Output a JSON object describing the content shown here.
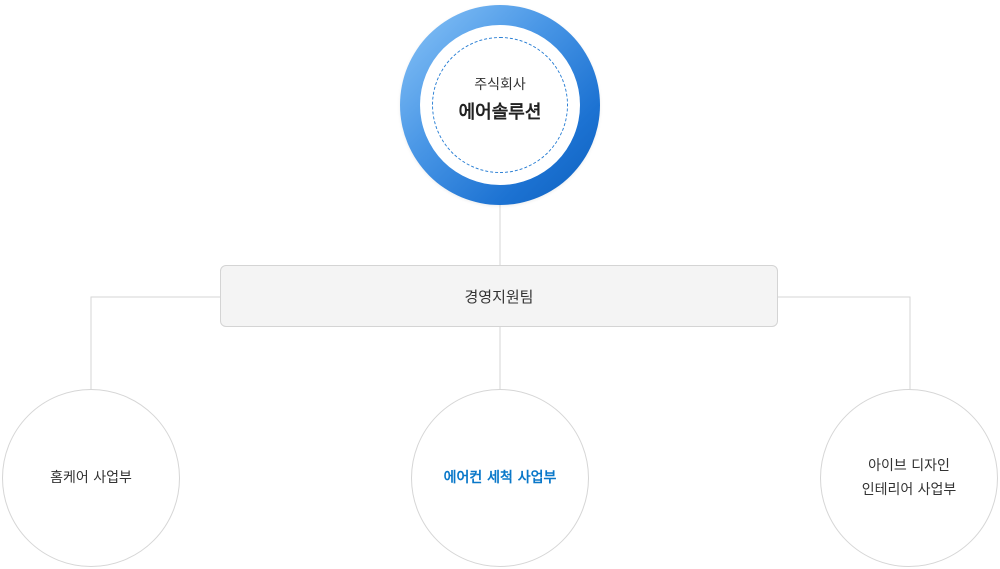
{
  "org_chart": {
    "top": {
      "subtitle": "주식회사",
      "title": "에어솔루션"
    },
    "middle": {
      "label": "경영지원팀"
    },
    "divisions": [
      {
        "lines": [
          "홈케어 사업부"
        ],
        "highlighted": false
      },
      {
        "lines": [
          "에어컨 세척 사업부"
        ],
        "highlighted": true
      },
      {
        "lines": [
          "아이브 디자인",
          "인테리어 사업부"
        ],
        "highlighted": false
      }
    ]
  },
  "colors": {
    "ring_gradient": [
      "#8cc6f8",
      "#4a97e6",
      "#1c72d2",
      "#0d5fbd"
    ],
    "accent_text": "#0a78c9",
    "line": "#d6d6d6",
    "box_bg": "#f4f4f4",
    "box_border": "#d4d4d4"
  }
}
